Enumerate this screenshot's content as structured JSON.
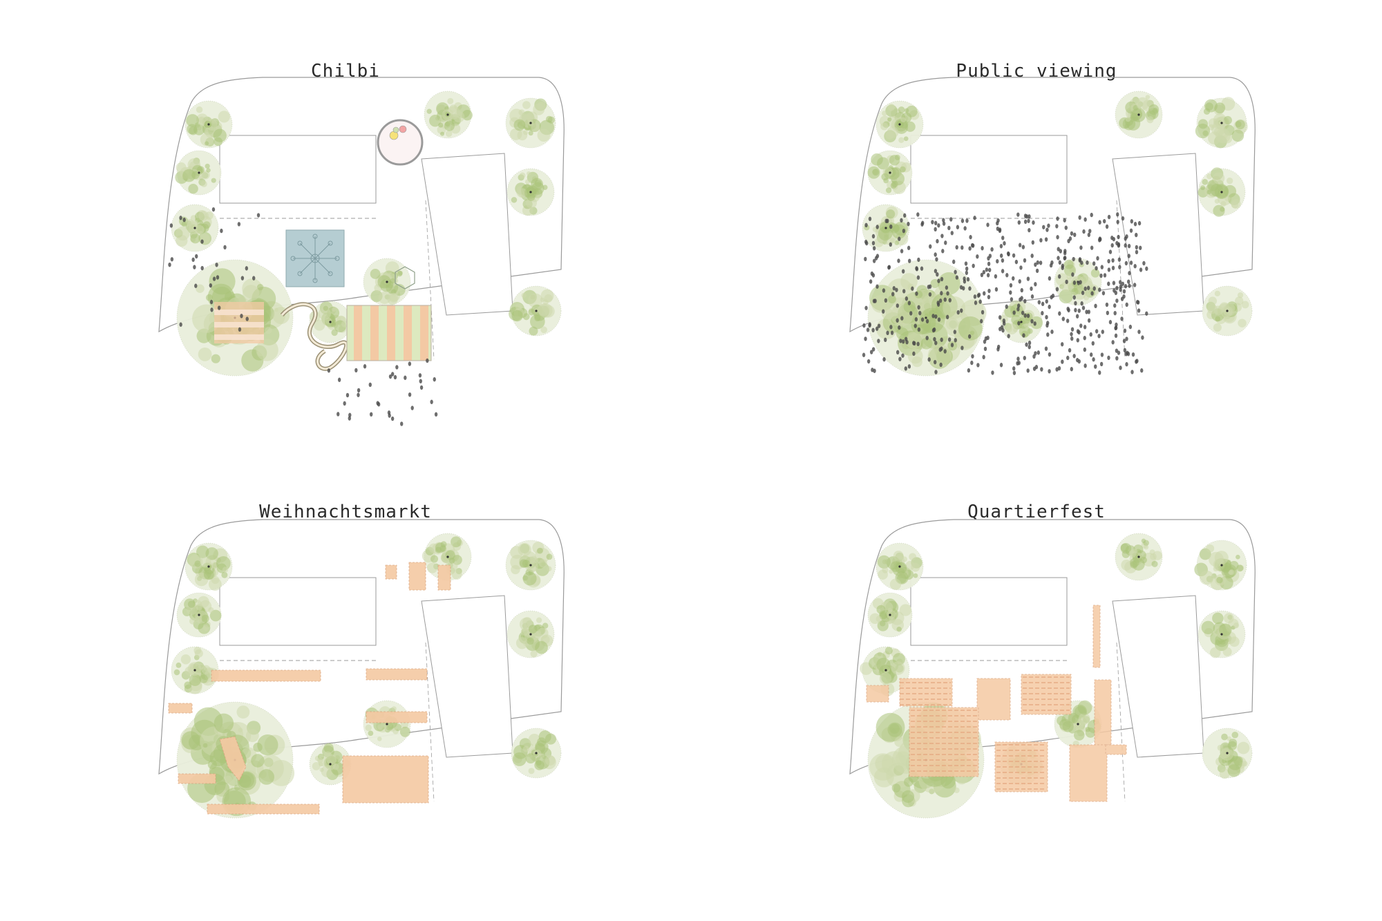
{
  "panels": [
    {
      "id": "chilbi",
      "title": "Chilbi"
    },
    {
      "id": "public-viewing",
      "title": "Public viewing"
    },
    {
      "id": "weihnachtsmarkt",
      "title": "Weihnachtsmarkt"
    },
    {
      "id": "quartierfest",
      "title": "Quartierfest"
    }
  ],
  "colors": {
    "tree_light": "#e9eedb",
    "tree_mid": "#cdd9ad",
    "tree_green": "#a9c278",
    "stall": "#f5c9a3",
    "carousel": "#b5cdd2",
    "striped_orange": "#f3c9a4",
    "striped_green": "#dde9bf",
    "people": "#4a4a4a",
    "lines": "#9a9a9a"
  }
}
